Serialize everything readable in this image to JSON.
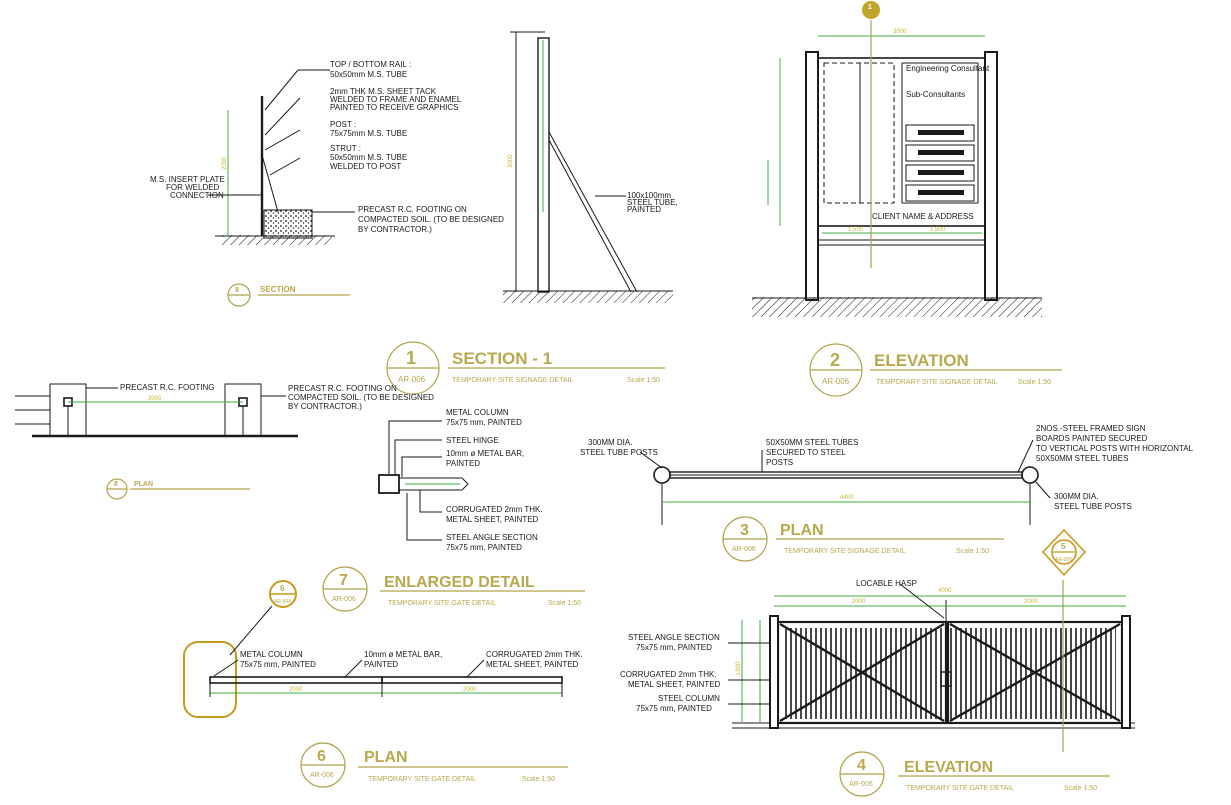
{
  "detail_9": {
    "callouts": [
      "TOP / BOTTOM RAIL :",
      "50x50mm M.S. TUBE",
      "2mm THK M.S. SHEET TACK",
      "WELDED TO FRAME AND ENAMEL",
      "PAINTED TO RECEIVE GRAPHICS",
      "POST :",
      "75x75mm M.S. TUBE",
      "STRUT :",
      "50x50mm M.S. TUBE",
      "WELDED TO POST",
      "M.S. INSERT PLATE",
      "FOR WELDED",
      "CONNECTION",
      "PRECAST R.C. FOOTING ON",
      "COMPACTED SOIL. (TO BE DESIGNED",
      "BY CONTRACTOR.)"
    ],
    "dim_height": "2000",
    "number": "9",
    "word": "SECTION"
  },
  "post_detail": {
    "dim_height": "3000",
    "callout": [
      "100x100mm",
      "STEEL TUBE,",
      "PAINTED"
    ]
  },
  "detail_8": {
    "labels": [
      "PRECAST R.C. FOOTING",
      "PRECAST R.C. FOOTING ON",
      "COMPACTED SOIL. (TO BE DESIGNED",
      "BY CONTRACTOR.)"
    ],
    "dim": "3000",
    "number": "8",
    "word": "PLAN"
  },
  "detail_1": {
    "number": "1",
    "ref": "AR-006",
    "title": "SECTION - 1",
    "subtitle": "TEMPORARY SITE SIGNAGE DETAIL",
    "scale": "Scale 1:50"
  },
  "detail_2": {
    "number": "2",
    "ref": "AR-006",
    "title": "ELEVATION",
    "subtitle": "TEMPORARY SITE SIGNAGE DETAIL",
    "scale": "Scale 1:50",
    "dim_top": "3000",
    "dims_bottom": [
      "1,500",
      "1,500"
    ],
    "board_text": [
      "Engineering Consultant",
      "Sub-Consultants",
      "CLIENT NAME & ADDRESS"
    ]
  },
  "detail_7": {
    "number": "7",
    "ref": "AR-006",
    "title": "ENLARGED DETAIL",
    "subtitle": "TEMPORARY SITE GATE DETAIL",
    "scale": "Scale 1:50",
    "callouts": [
      "METAL COLUMN",
      "75x75 mm, PAINTED",
      "STEEL HINGE",
      "10mm ø METAL BAR,",
      "PAINTED",
      "CORRUGATED 2mm THK.",
      "METAL SHEET, PAINTED",
      "STEEL ANGLE SECTION",
      "75x75 mm, PAINTED"
    ]
  },
  "detail_3": {
    "number": "3",
    "ref": "AR-006",
    "title": "PLAN",
    "subtitle": "TEMPORARY SITE SIGNAGE DETAIL",
    "scale": "Scale 1:50",
    "callouts": [
      "300MM DIA.",
      "STEEL TUBE POSTS",
      "50X50MM STEEL TUBES",
      "SECURED TO STEEL",
      "POSTS",
      "2NOS.-STEEL FRAMED SIGN",
      "BOARDS PAINTED SECURED",
      "TO VERTICAL POSTS WITH HORIZONTAL",
      "50X50MM STEEL TUBES",
      "300MM DIA.",
      "STEEL TUBE POSTS"
    ],
    "dim": "4400"
  },
  "detail_6": {
    "number": "6",
    "ref": "AR-006",
    "title": "PLAN",
    "subtitle": "TEMPORARY SITE GATE DETAIL",
    "scale": "Scale 1:50",
    "callouts": [
      "METAL COLUMN",
      "75x75 mm, PAINTED",
      "10mm ø METAL BAR,",
      "PAINTED",
      "CORRUGATED 2mm THK.",
      "METAL SHEET, PAINTED"
    ],
    "dims": [
      "2000",
      "2000"
    ],
    "marker_number": "6",
    "marker_ref": "AR-004"
  },
  "detail_4": {
    "number": "4",
    "ref": "AR-006",
    "title": "ELEVATION",
    "subtitle": "TEMPORARY SITE GATE DETAIL",
    "scale": "Scale 1:50",
    "callouts": [
      "STEEL ANGLE SECTION",
      "75x75 mm, PAINTED",
      "CORRUGATED 2mm THK.",
      "METAL SHEET, PAINTED",
      "STEEL COLUMN",
      "75x75 mm, PAINTED",
      "LOCABLE HASP"
    ],
    "dims": [
      "4000",
      "2000",
      "2000",
      "1800"
    ],
    "marker_number": "5",
    "marker_ref": "AR-006"
  },
  "section_marker": {
    "number": "1"
  }
}
